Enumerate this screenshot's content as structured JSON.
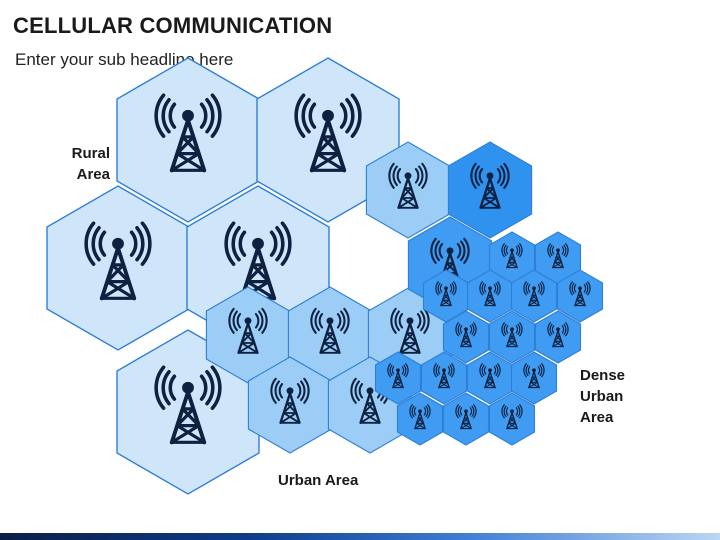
{
  "title": "CELLULAR COMMUNICATION",
  "subtitle": "Enter your sub headline here",
  "labels": {
    "rural": [
      "Rural",
      "Area"
    ],
    "urban": "Urban Area",
    "dense": [
      "Dense",
      "Urban",
      "Area"
    ]
  },
  "colors": {
    "rural_fill": "#cfe6fa",
    "urban_fill": "#9ccdf6",
    "dense_fill": "#3f9cf2",
    "dense_top_fill": "#2f92ee",
    "stroke": "#2f7fd6",
    "icon": "#0d2140",
    "bar_dark": "#0b1e46",
    "bar_light": "#bcd6f3"
  },
  "diagram": {
    "cells": [
      {
        "zone": "rural",
        "icon": "cell-tower-icon"
      },
      {
        "zone": "rural",
        "icon": "cell-tower-icon"
      },
      {
        "zone": "rural",
        "icon": "cell-tower-icon"
      },
      {
        "zone": "rural",
        "icon": "cell-tower-icon"
      },
      {
        "zone": "rural",
        "icon": "cell-tower-icon"
      },
      {
        "zone": "urban",
        "icon": "cell-tower-icon"
      },
      {
        "zone": "urban",
        "icon": "cell-tower-icon"
      },
      {
        "zone": "urban",
        "icon": "cell-tower-icon"
      },
      {
        "zone": "urban",
        "icon": "cell-tower-icon"
      },
      {
        "zone": "urban",
        "icon": "cell-tower-icon"
      },
      {
        "zone": "urban",
        "icon": "cell-tower-icon"
      },
      {
        "zone": "urban",
        "icon": "cell-tower-icon"
      },
      {
        "zone": "dense",
        "icon": "cell-tower-icon"
      },
      {
        "zone": "dense",
        "icon": "cell-tower-icon"
      },
      {
        "zone": "dense",
        "icon": "cell-tower-icon"
      },
      {
        "zone": "dense",
        "icon": "cell-tower-icon"
      },
      {
        "zone": "dense",
        "icon": "cell-tower-icon"
      },
      {
        "zone": "dense",
        "icon": "cell-tower-icon"
      },
      {
        "zone": "dense",
        "icon": "cell-tower-icon"
      },
      {
        "zone": "dense",
        "icon": "cell-tower-icon"
      },
      {
        "zone": "dense",
        "icon": "cell-tower-icon"
      },
      {
        "zone": "dense",
        "icon": "cell-tower-icon"
      },
      {
        "zone": "dense",
        "icon": "cell-tower-icon"
      },
      {
        "zone": "dense",
        "icon": "cell-tower-icon"
      },
      {
        "zone": "dense",
        "icon": "cell-tower-icon"
      },
      {
        "zone": "dense",
        "icon": "cell-tower-icon"
      },
      {
        "zone": "dense",
        "icon": "cell-tower-icon"
      },
      {
        "zone": "dense",
        "icon": "cell-tower-icon"
      },
      {
        "zone": "dense",
        "icon": "cell-tower-icon"
      },
      {
        "zone": "dense",
        "icon": "cell-tower-icon"
      },
      {
        "zone": "dense",
        "icon": "cell-tower-icon"
      },
      {
        "zone": "dense",
        "icon": "cell-tower-icon"
      }
    ]
  }
}
